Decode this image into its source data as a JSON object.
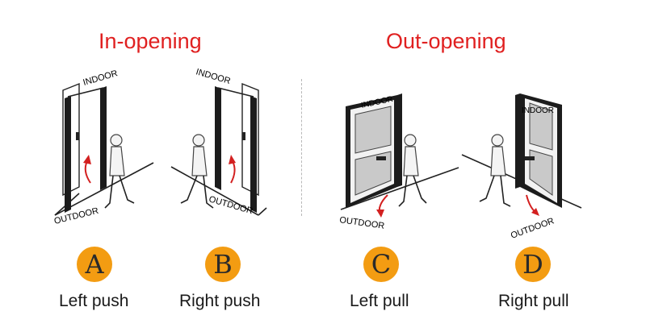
{
  "sections": {
    "in_opening": "In-opening",
    "out_opening": "Out-opening"
  },
  "scenes": [
    {
      "letter": "A",
      "caption": "Left push",
      "indoor": "INDOOR",
      "outdoor": "OUTDOOR"
    },
    {
      "letter": "B",
      "caption": "Right push",
      "indoor": "INDOOR",
      "outdoor": "OUTDOOR"
    },
    {
      "letter": "C",
      "caption": "Left pull",
      "indoor": "INDOOR",
      "outdoor": "OUTDOOR"
    },
    {
      "letter": "D",
      "caption": "Right pull",
      "indoor": "INDOOR",
      "outdoor": "OUTDOOR"
    }
  ],
  "colors": {
    "title": "#e02020",
    "badge": "#f39c12",
    "arrow": "#d32020"
  }
}
